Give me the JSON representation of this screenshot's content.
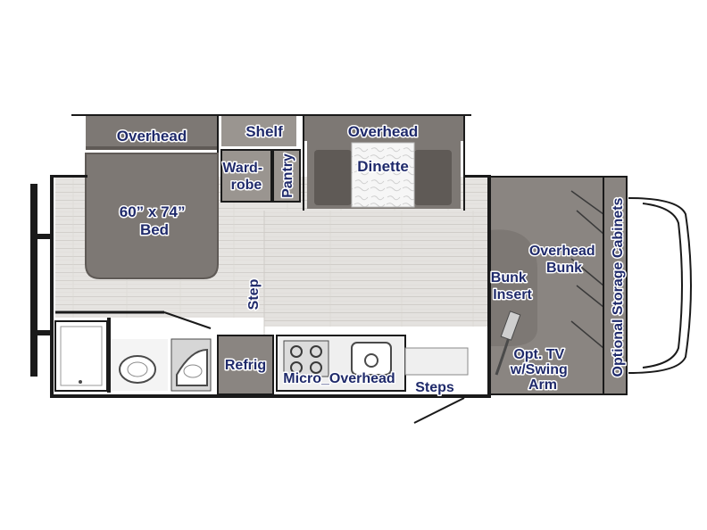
{
  "floorplan": {
    "labels": {
      "overhead_bedroom": "Overhead",
      "shelf": "Shelf",
      "overhead_dinette": "Overhead",
      "wardrobe_line1": "Ward-",
      "wardrobe_line2": "robe",
      "pantry": "Pantry",
      "dinette": "Dinette",
      "bed_line1": "60” x 74”",
      "bed_line2": "Bed",
      "step": "Step",
      "bunk_insert_line1": "Bunk",
      "bunk_insert_line2": "Insert",
      "overhead_bunk_line1": "Overhead",
      "overhead_bunk_line2": "Bunk",
      "optional_storage": "Optional Storage Cabinets",
      "tv_line1": "Opt. TV",
      "tv_line2": "w/Swing",
      "tv_line3": "Arm",
      "refrig": "Refrig",
      "micro_overhead": "Micro_Overhead",
      "steps": "Steps"
    },
    "colors": {
      "label_text": "#1f2a6b",
      "walls": "#1a1a1a",
      "floor": "#e6e4e1",
      "furniture": "#7d7874",
      "cushion": "#5f5a56",
      "counter": "#efefef"
    }
  }
}
